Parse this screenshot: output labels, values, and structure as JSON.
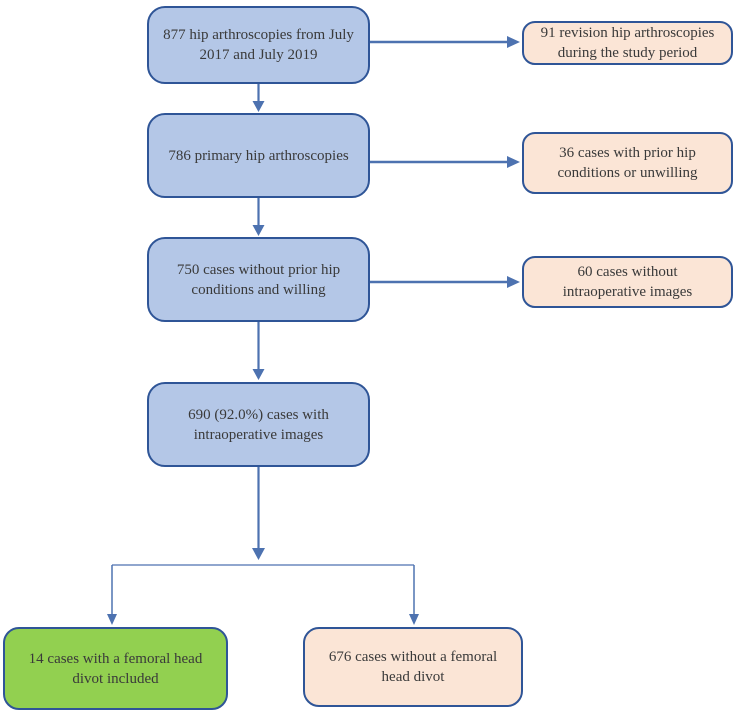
{
  "diagram": {
    "type": "flowchart",
    "colors": {
      "main_fill": "#b4c7e7",
      "main_border": "#2f5597",
      "excluded_fill": "#fbe5d6",
      "excluded_border": "#2f5597",
      "included_fill": "#92d050",
      "connector": "#4d72b0",
      "text": "#3a3a3a",
      "background": "#ffffff"
    },
    "nodes": {
      "main": [
        {
          "id": "total",
          "label": "877 hip arthroscopies from July 2017 and July 2019"
        },
        {
          "id": "primary",
          "label": "786 primary hip arthroscopies"
        },
        {
          "id": "eligible",
          "label": "750 cases without prior hip conditions and willing"
        },
        {
          "id": "images",
          "label": "690 (92.0%) cases with intraoperative images"
        }
      ],
      "excluded": [
        {
          "id": "revision",
          "label": "91 revision hip arthroscopies during the study period"
        },
        {
          "id": "prior",
          "label": "36 cases with prior hip conditions or unwilling"
        },
        {
          "id": "no-images",
          "label": "60 cases without intraoperative images"
        }
      ],
      "outcomes": [
        {
          "id": "divot-included",
          "label": "14 cases with a femoral head divot included"
        },
        {
          "id": "no-divot",
          "label": "676 cases without a femoral head divot"
        }
      ]
    },
    "edges": [
      {
        "from": "total",
        "to": "revision"
      },
      {
        "from": "total",
        "to": "primary"
      },
      {
        "from": "primary",
        "to": "prior"
      },
      {
        "from": "primary",
        "to": "eligible"
      },
      {
        "from": "eligible",
        "to": "no-images"
      },
      {
        "from": "eligible",
        "to": "images"
      },
      {
        "from": "images",
        "to": "divot-included"
      },
      {
        "from": "images",
        "to": "no-divot"
      }
    ]
  }
}
